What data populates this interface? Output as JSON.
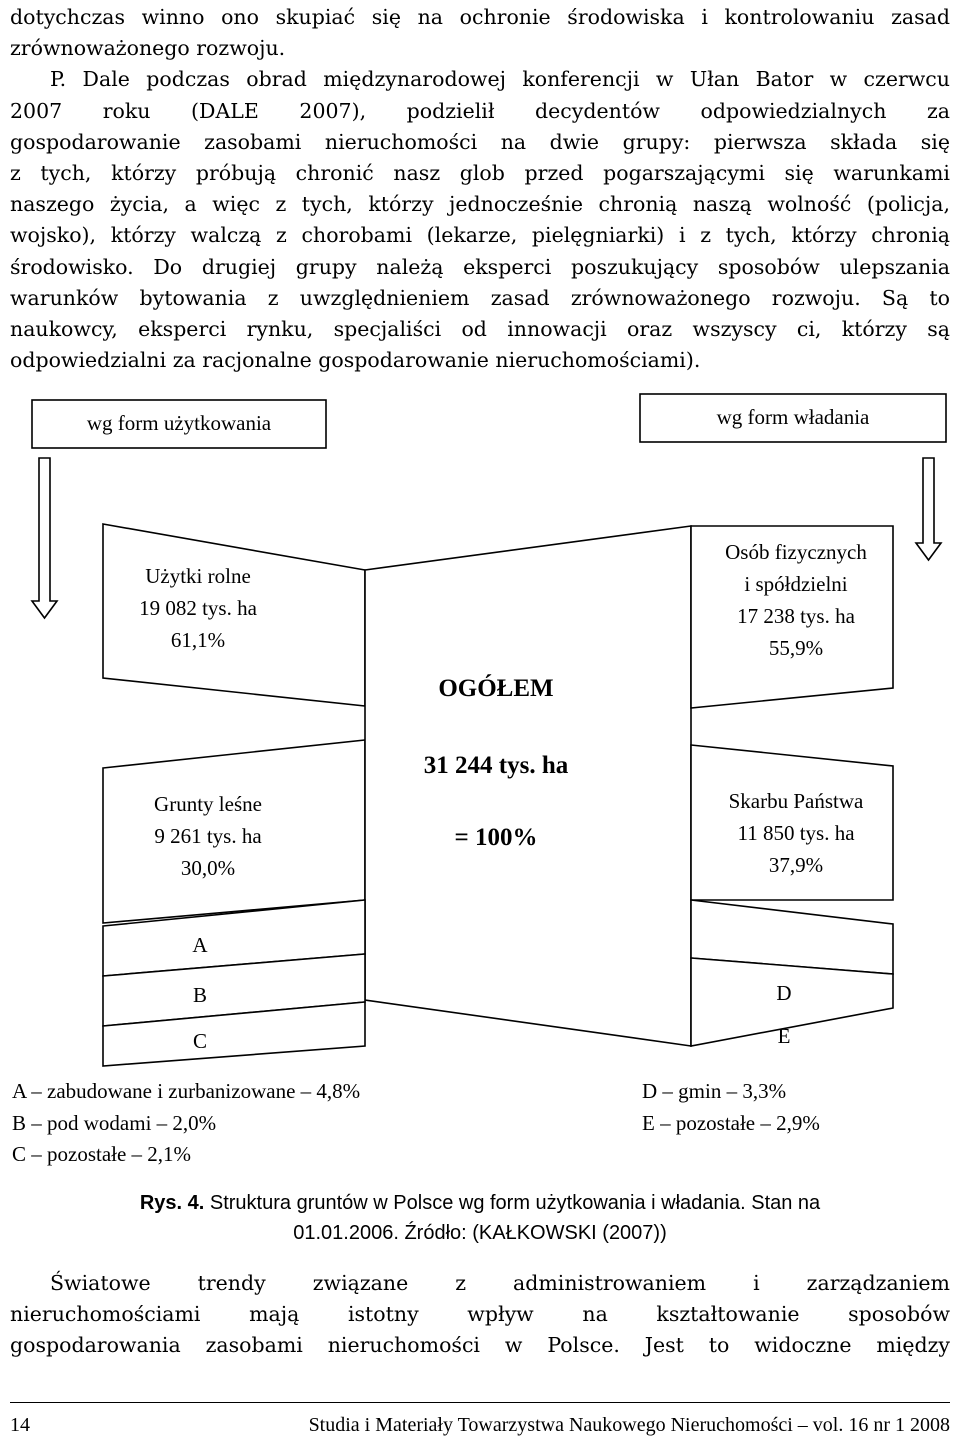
{
  "paragraph_top": {
    "lines": [
      "dotychczas winno ono skupiać się na ochronie środowiska i kontrolowaniu zasad",
      "zrównoważonego rozwoju.",
      "P. Dale podczas obrad międzynarodowej konferencji w Ułan Bator w czerwcu",
      "2007 roku (DALE 2007), podzielił decydentów odpowiedzialnych za",
      "gospodarowanie zasobami nieruchomości na dwie grupy: pierwsza składa się",
      "z tych, którzy próbują chronić nasz glob przed pogarszającymi się warunkami",
      "naszego życia, a więc z tych, którzy jednocześnie chronią naszą wolność (policja,",
      "wojsko), którzy walczą z chorobami (lekarze, pielęgniarki) i z tych, którzy chronią",
      "środowisko. Do drugiej grupy należą eksperci poszukujący sposobów ulepszania",
      "warunków bytowania z uwzględnieniem zasad zrównoważonego rozwoju. Są to",
      "naukowcy, eksperci rynku, specjaliści od innowacji oraz wszyscy ci, którzy są",
      "odpowiedzialni za racjonalne gospodarowanie nieruchomościami)."
    ]
  },
  "figure": {
    "box_left": "wg form użytkowania",
    "box_right": "wg form władania",
    "left_top": [
      "Użytki rolne",
      "19 082 tys. ha",
      "61,1%"
    ],
    "left_bottom": [
      "Grunty leśne",
      "9 261 tys. ha",
      "30,0%"
    ],
    "center": [
      "OGÓŁEM",
      "31 244 tys. ha",
      "= 100%"
    ],
    "right_top": [
      "Osób fizycznych",
      "i spółdzielni",
      "17 238 tys. ha",
      "55,9%"
    ],
    "right_bottom": [
      "Skarbu Państwa",
      "11 850 tys. ha",
      "37,9%"
    ],
    "small_labels": [
      "A",
      "B",
      "C",
      "D",
      "E"
    ],
    "legend_left": [
      "A – zabudowane i zurbanizowane – 4,8%",
      "B – pod wodami – 2,0%",
      "C – pozostałe – 2,1%"
    ],
    "legend_right": [
      "D – gmin – 3,3%",
      "E – pozostałe – 2,9%"
    ]
  },
  "caption": {
    "label": "Rys. 4.",
    "line1": "Struktura gruntów w Polsce wg form użytkowania i władania. Stan na",
    "line2": "01.01.2006. Źródło: (KAŁKOWSKI (2007))"
  },
  "paragraph_bottom": {
    "lines": [
      "Światowe trendy związane z administrowaniem i zarządzaniem",
      "nieruchomościami mają istotny wpływ na kształtowanie sposobów",
      "gospodarowania zasobami nieruchomości w Polsce. Jest to widoczne między"
    ]
  },
  "footer": {
    "page_number": "14",
    "journal": "Studia i Materiały Towarzystwa Naukowego Nieruchomości – vol. 16 nr 1 2008"
  }
}
